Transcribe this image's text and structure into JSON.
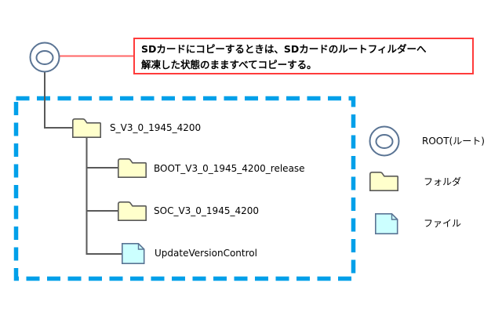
{
  "callout": {
    "line1": "SDカードにコピーするときは、SDカードのルートフィルダーへ",
    "line2": "解凍した状態のまますべてコピーする。"
  },
  "tree": {
    "root_node": {
      "icon": "root-icon"
    },
    "root_folder": {
      "icon": "folder-icon",
      "label": "S_V3_0_1945_4200"
    },
    "children": [
      {
        "icon": "folder-icon",
        "label": "BOOT_V3_0_1945_4200_release"
      },
      {
        "icon": "folder-icon",
        "label": "SOC_V3_0_1945_4200"
      },
      {
        "icon": "file-icon",
        "label": "UpdateVersionControl"
      }
    ]
  },
  "legend": {
    "items": [
      {
        "icon": "root-icon",
        "label": "ROOT(ルート)"
      },
      {
        "icon": "folder-icon",
        "label": "フォルダ"
      },
      {
        "icon": "file-icon",
        "label": "ファイル"
      }
    ]
  },
  "colors": {
    "dashed_border": "#00A0E9",
    "callout_border": "#FF3B3B",
    "connector_red": "#FF6666",
    "tree_line": "#595959",
    "folder_fill": "#FFFFCC",
    "folder_stroke": "#595959",
    "file_fill": "#CCFFFF",
    "file_stroke": "#5A7494",
    "root_circle_stroke": "#5A7494",
    "text": "#000000"
  }
}
